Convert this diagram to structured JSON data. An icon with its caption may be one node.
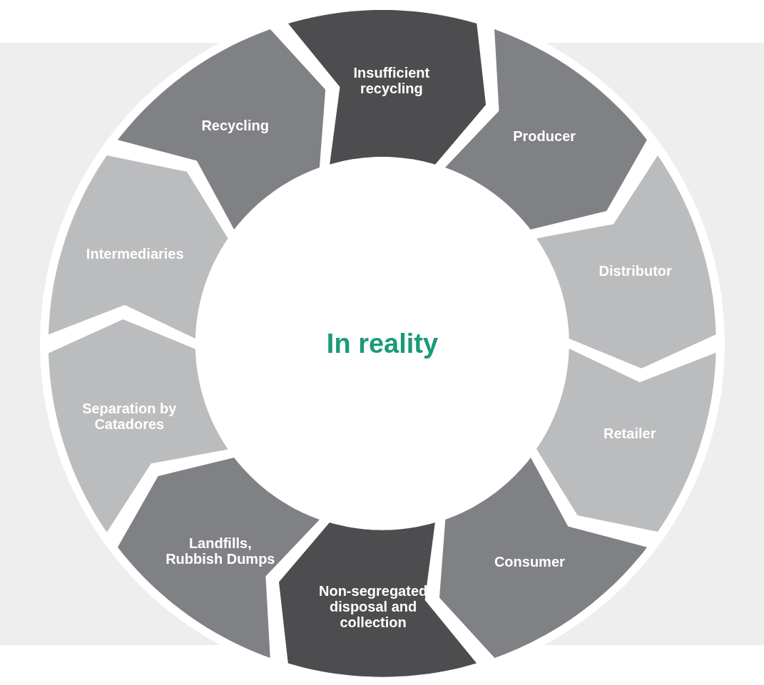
{
  "diagram": {
    "nodes": [
      {
        "text": [
          "Insufficient recycling"
        ]
      },
      {
        "text": [
          "Producer"
        ]
      },
      {
        "text": [
          "Distributor"
        ]
      },
      {
        "text": [
          "Retailer"
        ]
      },
      {
        "text": [
          "Consumer"
        ]
      },
      {
        "text": [
          "Non-segregated disposal and collection"
        ]
      },
      {
        "text": [
          "Landfills, Rubbish Dumps"
        ]
      },
      {
        "text": [
          "Separation by Catadores"
        ]
      },
      {
        "text": [
          "Intermediaries"
        ]
      },
      {
        "text": [
          "Recycling"
        ]
      },
      {
        "text": [
          "In reality"
        ]
      }
    ],
    "edges": []
  }
}
